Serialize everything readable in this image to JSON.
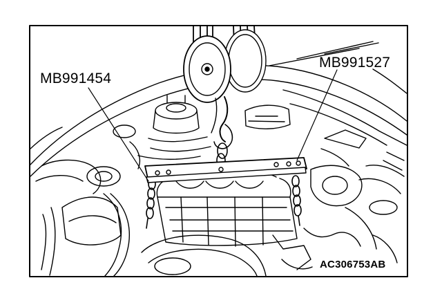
{
  "figure": {
    "callouts": {
      "left_tool": "MB991454",
      "right_tool": "MB991527"
    },
    "figure_code": "AC306753AB",
    "colors": {
      "line": "#000000",
      "background": "#ffffff"
    },
    "subject": "engine-hoist-setup-illustration"
  }
}
